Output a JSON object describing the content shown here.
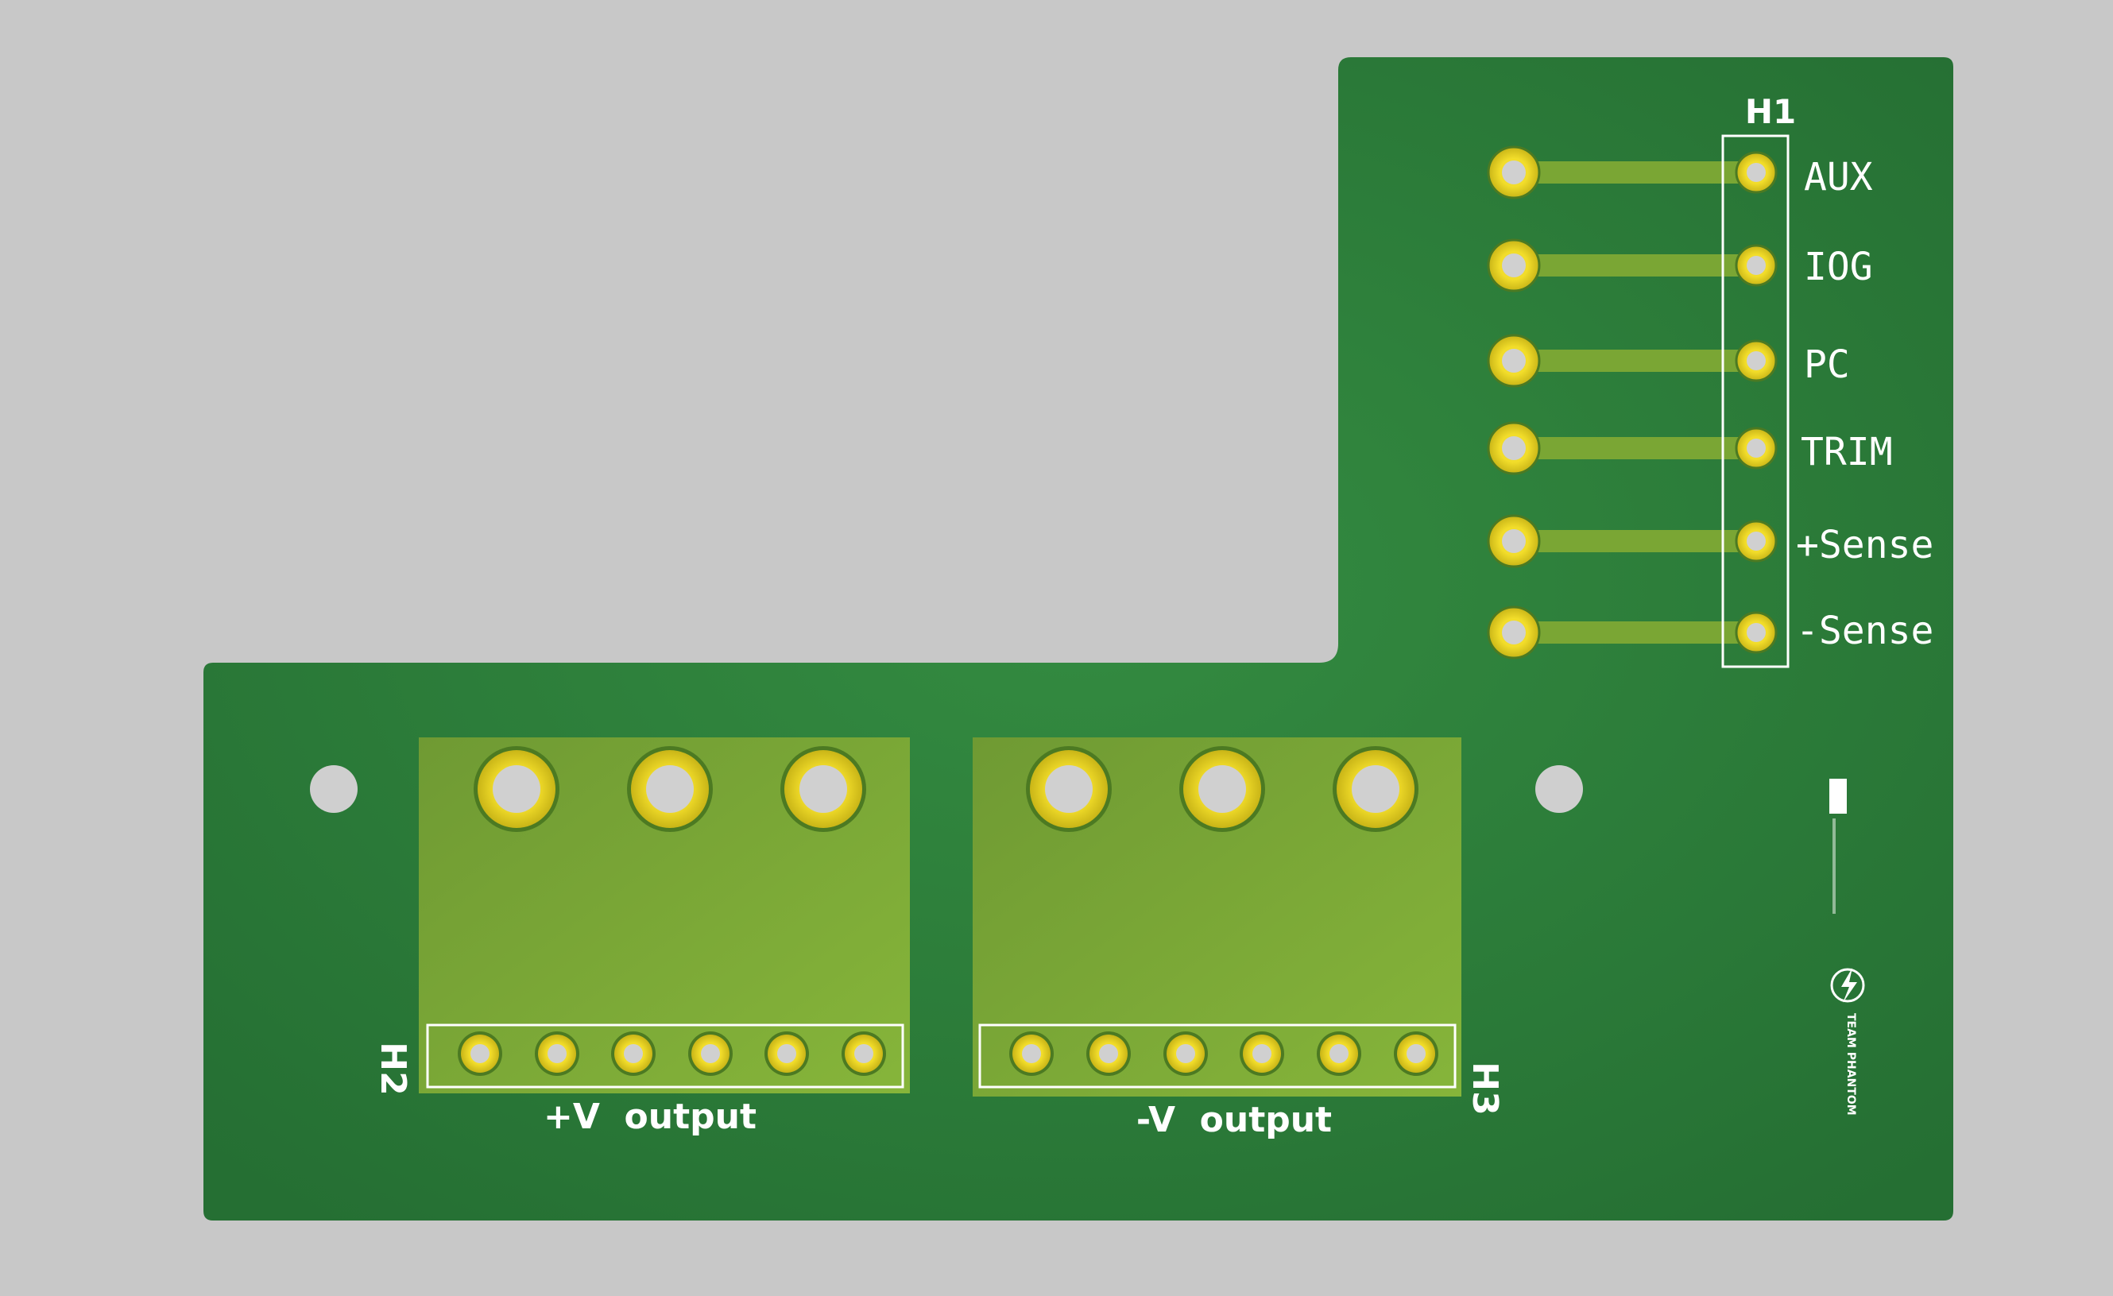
{
  "colors": {
    "background": "#c8c8c8",
    "board": "#2b7a3a",
    "board_light": "#3a8f43",
    "copper_pour": "#7cae3a",
    "trace": "#7aa634",
    "pad_gold": "#e2cf1f",
    "pad_dark_ring": "#4c7a22",
    "hole": "#d0d0d0",
    "silkscreen": "#ffffff"
  },
  "header_h1": {
    "designator": "H1",
    "pins": [
      {
        "label": "AUX"
      },
      {
        "label": "IOG"
      },
      {
        "label": "PC"
      },
      {
        "label": "TRIM"
      },
      {
        "label": "+Sense"
      },
      {
        "label": "-Sense"
      }
    ]
  },
  "header_h2": {
    "designator": "H2",
    "caption": "+V  output",
    "large_pad_count": 3,
    "small_pin_count": 6
  },
  "header_h3": {
    "designator": "H3",
    "caption": "-V  output",
    "large_pad_count": 3,
    "small_pin_count": 6
  },
  "logo": {
    "text": "TEAM PHANTOM",
    "icon": "lightning-bolt-icon"
  }
}
